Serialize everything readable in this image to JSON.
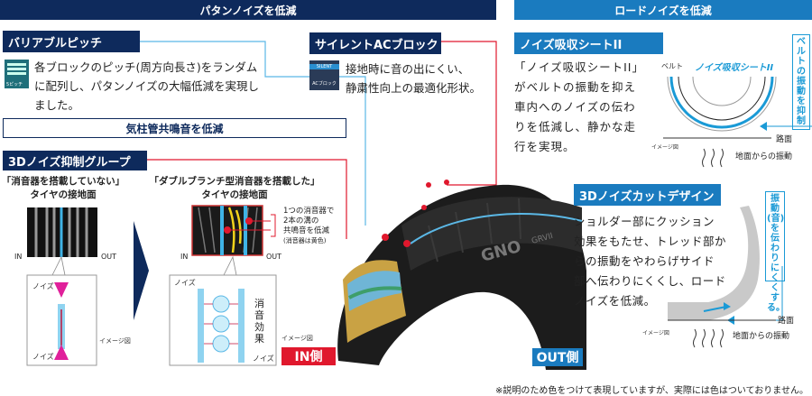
{
  "bands": {
    "pattern": "パタンノイズを低減",
    "road": "ロードノイズを低減"
  },
  "variable_pitch": {
    "title": "バリアブルピッチ",
    "icon_label": "5ピッチ",
    "lines": [
      "各ブロックのピッチ(周方向長さ)をランダム",
      "に配列し、パタンノイズの大幅低減を実現し",
      "ました。"
    ]
  },
  "resonance": {
    "title": "気柱管共鳴音を低減"
  },
  "groove": {
    "title": "3Dノイズ抑制グループ",
    "left_heading": [
      "「消音器を搭載していない」",
      "タイヤの接地面"
    ],
    "right_heading": [
      "「ダブルブランチ型消音器を搭載した」",
      "タイヤの接地面"
    ],
    "in": "IN",
    "out": "OUT",
    "noise": "ノイズ",
    "image_note": "イメージ図",
    "effect": "消音効果",
    "annotation": [
      "1つの消音器で",
      "2本の溝の",
      "共鳴音を低減"
    ],
    "annotation_note": "(消音器は黄色)"
  },
  "silent_ac": {
    "title": "サイレントACブロック",
    "icon_top": "SILENT",
    "icon_bottom": "ACブロック",
    "lines": [
      "接地時に音の出にくい、",
      "静粛性向上の最適化形状。"
    ]
  },
  "tire": {
    "in_side": "IN側",
    "out_side": "OUT側",
    "image_note": "イメージ図",
    "brand": "GNO",
    "model": "GRVII"
  },
  "noise_sheet": {
    "title": "ノイズ吸収シートII",
    "lines": [
      "「ノイズ吸収シートII」",
      "がベルトの振動を抑え",
      "車内へのノイズの伝わ",
      "りを低減し、静かな走",
      "行を実現。"
    ],
    "belt": "ベルト",
    "sheet": "ノイズ吸収シートII",
    "callout": "ベルトの振動を抑制",
    "road": "路面",
    "ground": "地面からの振動",
    "image_note": "イメージ図"
  },
  "cut_design": {
    "title": "3Dノイズカットデザイン",
    "lines": [
      "ショルダー部にクッション",
      "効果をもたせ、トレッド部か",
      "らの振動をやわらげサイド",
      "部へ伝わりにくくし、ロード",
      "ノイズを低減。"
    ],
    "callout": "振動(音)を伝わりにくくする。",
    "road": "路面",
    "ground": "地面からの振動",
    "image_note": "イメージ図"
  },
  "footnote": "※説明のため色をつけて表現していますが、実際には色はついておりません。",
  "colors": {
    "navy": "#0e2a5c",
    "blue": "#1a7bbf",
    "red": "#e0182d",
    "light_blue": "#5bb8e6"
  }
}
